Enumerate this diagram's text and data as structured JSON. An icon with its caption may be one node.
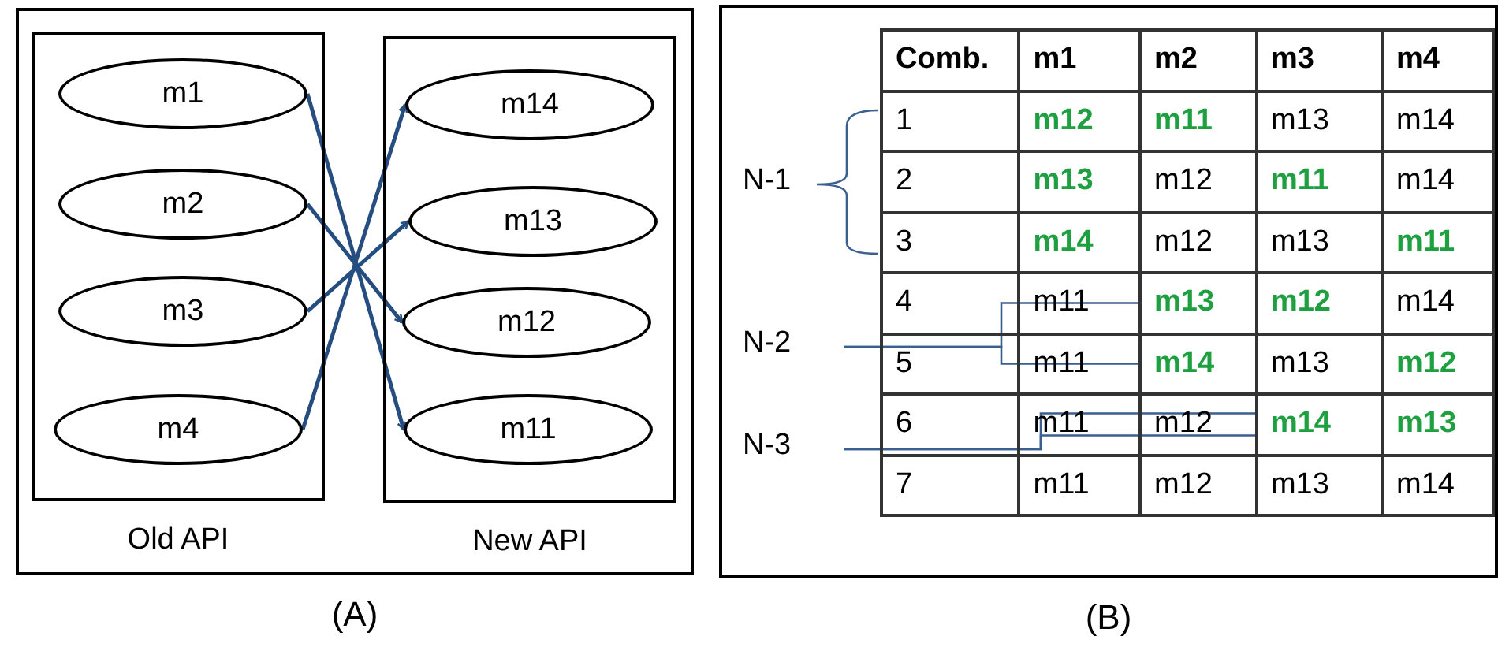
{
  "diagram": {
    "nodes": [
      {
        "text": [],
        "shape": "box",
        "beside": [
          "(A)"
        ]
      },
      {
        "text": [
          "Old API"
        ],
        "in": 0
      },
      {
        "text": [
          "m1"
        ],
        "in": 1
      },
      {
        "text": [
          "m2"
        ],
        "in": 1
      },
      {
        "text": [
          "m3"
        ],
        "in": 1
      },
      {
        "text": [
          "m4"
        ],
        "in": 1
      },
      {
        "text": [
          "New API"
        ],
        "in": 0
      },
      {
        "text": [
          "m14"
        ],
        "in": 6
      },
      {
        "text": [
          "m13"
        ],
        "in": 6
      },
      {
        "text": [
          "m12"
        ],
        "in": 6
      },
      {
        "text": [
          "m11"
        ],
        "in": 6
      },
      {
        "text": [],
        "shape": "box",
        "beside": [
          "(B)"
        ]
      },
      {
        "text": [
          "N-1"
        ],
        "in": 11
      },
      {
        "text": [
          "N-2"
        ],
        "in": 11
      },
      {
        "text": [
          "N-3"
        ],
        "in": 11
      },
      {
        "text": [
          "**m13**"
        ],
        "in": 11
      },
      {
        "text": [
          "**m14**"
        ],
        "in": 11
      },
      {
        "text": [
          "**m14**"
        ],
        "in": 11
      }
    ],
    "edges": [
      {
        "from": 2,
        "to": 10,
        "arrow": "to"
      },
      {
        "from": 3,
        "to": 9,
        "arrow": "to"
      },
      {
        "from": 4,
        "to": 8,
        "arrow": "to"
      },
      {
        "from": 5,
        "to": 7,
        "arrow": "to"
      },
      {
        "from": 13,
        "to": 15,
        "arrow": "none",
        "color": "#3b5f8f"
      },
      {
        "from": 13,
        "to": 16,
        "arrow": "none",
        "color": "#3b5f8f"
      },
      {
        "from": 14,
        "to": 17,
        "arrow": "none",
        "color": "#3b5f8f"
      },
      {
        "from": 14,
        "to": 17,
        "arrow": "none",
        "color": "#3b5f8f"
      }
    ],
    "labels": [
      "Comb.",
      "m1",
      "m2",
      "m3",
      "m4",
      "1",
      "**m12**",
      "**m11**",
      "m13",
      "m14",
      "2",
      "**m13**",
      "m12",
      "**m11**",
      "m14",
      "3",
      "**m14**",
      "m12",
      "m13",
      "**m11**",
      "4",
      "m11",
      "**m12**",
      "m14",
      "5",
      "m11",
      "m13",
      "**m12**",
      "6",
      "m11",
      "m12",
      "**m13**",
      "7",
      "m11",
      "m12",
      "m13",
      "m14"
    ]
  }
}
